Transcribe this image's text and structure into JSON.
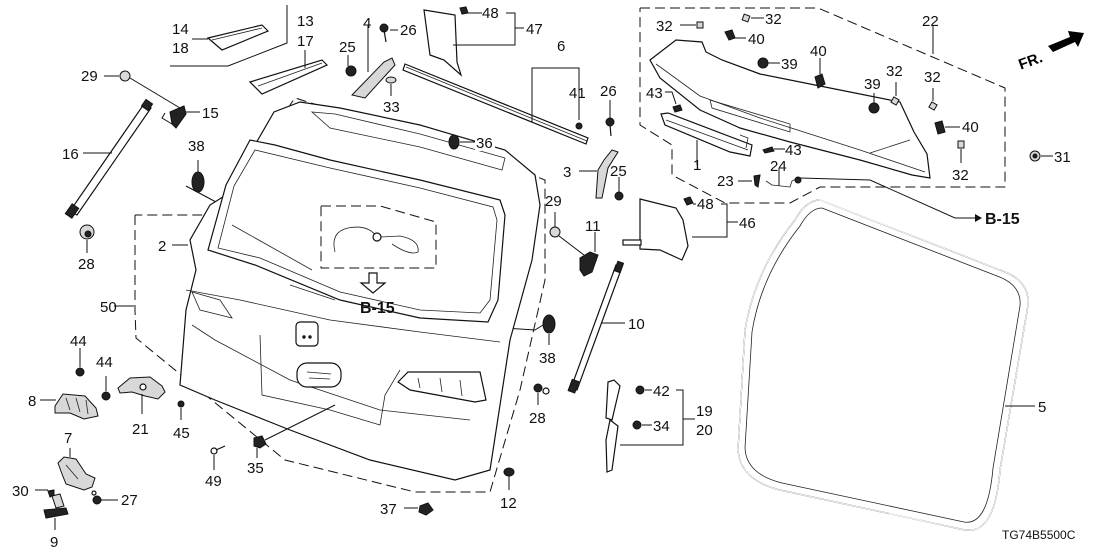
{
  "diagram": {
    "title_code": "TG74B5500C",
    "direction_indicator": "FR.",
    "reference": "B-15",
    "callouts": {
      "c1": "1",
      "c2": "2",
      "c3": "3",
      "c4": "4",
      "c5": "5",
      "c6": "6",
      "c7": "7",
      "c8": "8",
      "c9": "9",
      "c10": "10",
      "c11": "11",
      "c12": "12",
      "c13": "13",
      "c14": "14",
      "c15": "15",
      "c16": "16",
      "c17": "17",
      "c18": "18",
      "c19": "19",
      "c20": "20",
      "c21": "21",
      "c22": "22",
      "c23": "23",
      "c24": "24",
      "c25a": "25",
      "c25b": "25",
      "c26a": "26",
      "c26b": "26",
      "c27": "27",
      "c28a": "28",
      "c28b": "28",
      "c29a": "29",
      "c29b": "29",
      "c30": "30",
      "c31": "31",
      "c32a": "32",
      "c32b": "32",
      "c32c": "32",
      "c32d": "32",
      "c32e": "32",
      "c33": "33",
      "c34": "34",
      "c35": "35",
      "c36": "36",
      "c37": "37",
      "c38a": "38",
      "c38b": "38",
      "c39a": "39",
      "c39b": "39",
      "c40a": "40",
      "c40b": "40",
      "c40c": "40",
      "c41": "41",
      "c42": "42",
      "c43a": "43",
      "c43b": "43",
      "c44a": "44",
      "c44b": "44",
      "c45": "45",
      "c46": "46",
      "c47": "47",
      "c48a": "48",
      "c48b": "48",
      "c49": "49",
      "c50": "50"
    }
  }
}
